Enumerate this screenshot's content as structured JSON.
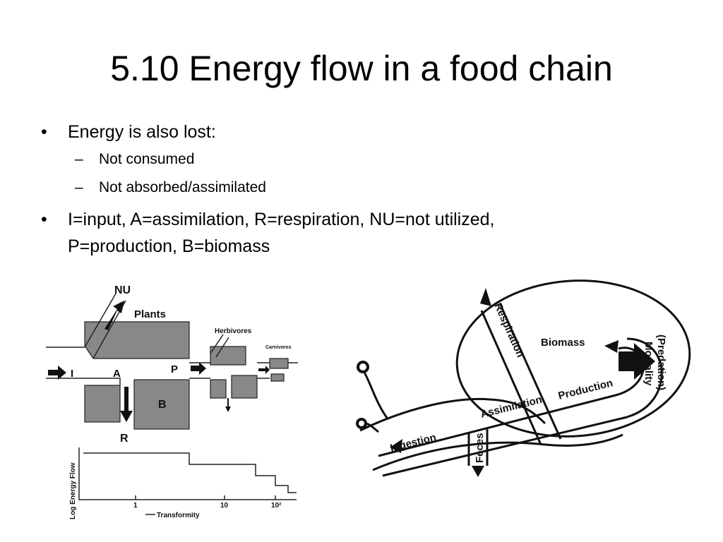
{
  "slide": {
    "title": "5.10 Energy flow in a food chain",
    "bullets": [
      {
        "text": "Energy is also lost:",
        "sub": [
          "Not consumed",
          "Not absorbed/assimilated"
        ]
      },
      {
        "line1": "I=input, A=assimilation, R=respiration, NU=not utilized,",
        "line2": "P=production, B=biomass"
      }
    ],
    "bullet_symbol": "•",
    "dash_symbol": "–"
  },
  "left_diagram": {
    "labels": {
      "nu": "NU",
      "plants": "Plants",
      "herbivores": "Herbivores",
      "carnivores": "Carnivores",
      "i": "I",
      "a": "A",
      "p": "P",
      "b": "B",
      "r": "R"
    },
    "graph": {
      "ylabel": "Log Energy Flow",
      "xlabel": "Transformity",
      "ticks": [
        "1",
        "10",
        "10²"
      ]
    }
  },
  "right_diagram": {
    "labels": {
      "respiration": "Respiration",
      "biomass": "Biomass",
      "predation": "(Predation)",
      "mortality": "Mortality",
      "production": "Production",
      "assimilation": "Assimilation",
      "ingestion": "Ingestion",
      "feces": "Feces"
    }
  }
}
